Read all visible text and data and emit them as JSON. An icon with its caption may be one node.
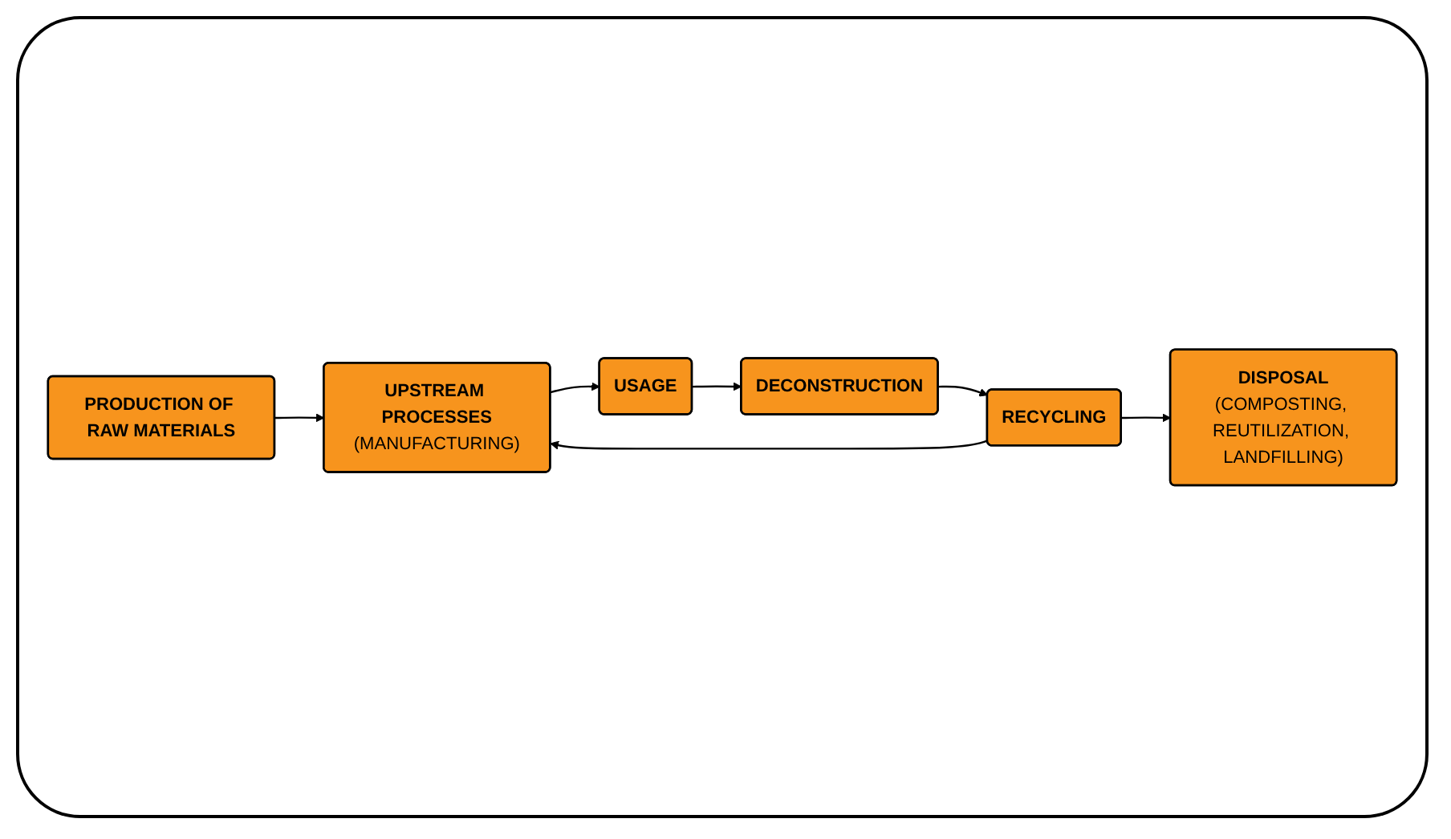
{
  "diagram": {
    "nodes": [
      {
        "text": [
          "PRODUCTION OF RAW MATERIALS"
        ]
      },
      {
        "text": [
          "UPSTREAM PROCESSES",
          "(MANUFACTURING)"
        ]
      },
      {
        "text": [
          "USAGE"
        ]
      },
      {
        "text": [
          "DISPOSAL",
          "(COMPOSTING, REUTILIZATION, LANDFILLING)"
        ]
      },
      {
        "text": [
          "RECYCLING"
        ]
      },
      {
        "text": [
          "DECONSTRUCTION"
        ]
      }
    ],
    "edges": [
      {
        "from": 0,
        "to": 1,
        "arrow": "to"
      },
      {
        "from": 1,
        "to": 2,
        "arrow": "to"
      },
      {
        "from": 2,
        "to": 5,
        "arrow": "to"
      },
      {
        "from": 5,
        "to": 4,
        "arrow": "to"
      },
      {
        "from": 4,
        "to": 1,
        "arrow": "to"
      },
      {
        "from": 4,
        "to": 3,
        "arrow": "to"
      }
    ]
  }
}
